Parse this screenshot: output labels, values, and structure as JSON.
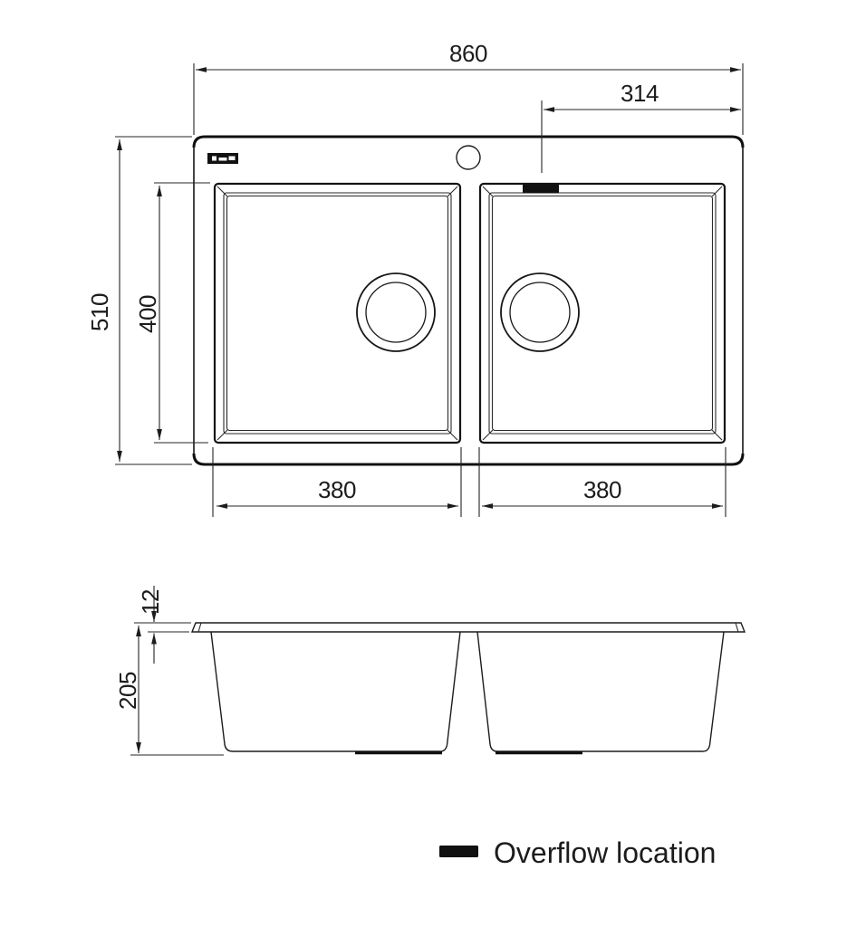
{
  "top_view": {
    "overall_width": "860",
    "overflow_offset": "314",
    "overall_depth": "510",
    "bowl_depth": "400",
    "left_bowl_width": "380",
    "right_bowl_width": "380"
  },
  "side_view": {
    "rim_thickness": "12",
    "overall_height": "205"
  },
  "legend": {
    "label": "Overflow location"
  },
  "icons": {
    "logo": "brand-logo",
    "overflow_marker": "overflow-location-marker",
    "faucet_hole": "faucet-hole",
    "drain": "drain-outline"
  },
  "colors": {
    "line": "#1c1c1c",
    "fill_dark": "#111111",
    "background": "#ffffff"
  }
}
